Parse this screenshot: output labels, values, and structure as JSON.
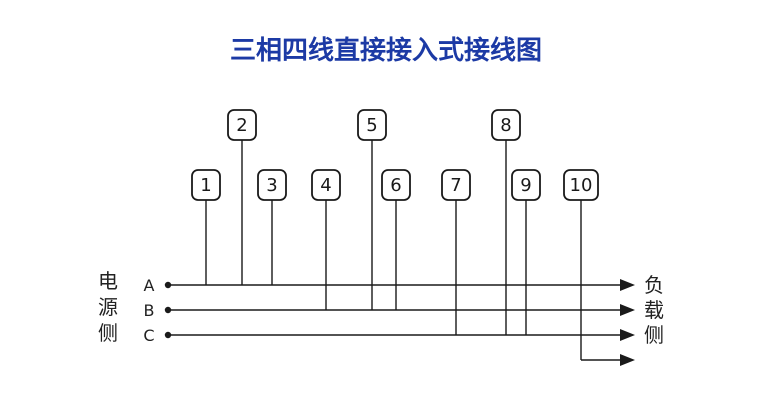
{
  "title": "三相四线直接接入式接线图",
  "colors": {
    "title": "#1c3aa5",
    "wire": "#1a1a1a",
    "text": "#222222",
    "background": "#ffffff"
  },
  "source_side_label": [
    "电",
    "源",
    "侧"
  ],
  "load_side_label": [
    "负",
    "载",
    "侧"
  ],
  "phase_labels": [
    "A",
    "B",
    "C"
  ],
  "terminals": [
    "1",
    "2",
    "3",
    "4",
    "5",
    "6",
    "7",
    "8",
    "9",
    "10"
  ]
}
